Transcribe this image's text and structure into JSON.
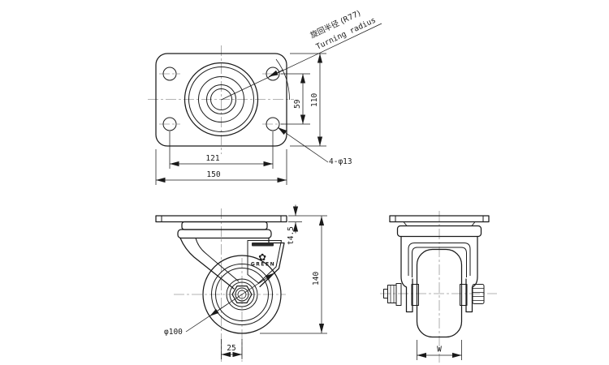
{
  "drawing": {
    "type": "caster-wheel-technical-drawing",
    "colors": {
      "line": "#1a1a1a",
      "centerline": "#9a9a9a",
      "background": "#ffffff"
    },
    "top_view": {
      "turning_radius_jp": "旋回半径 (R77)",
      "turning_radius_en": "Turning radius",
      "dim_hole_pitch_y": "59",
      "dim_plate_height": "110",
      "dim_hole_pitch_x": "121",
      "dim_plate_width": "150",
      "hole_callout": "4-φ13"
    },
    "side_view": {
      "dim_plate_thickness": "t4.5",
      "dim_total_height": "140",
      "dim_wheel_diameter": "φ100",
      "dim_offset": "25",
      "logo_text": "GREEN",
      "logo_leaf": "✿"
    },
    "front_view": {
      "dim_wheel_width": "W"
    }
  }
}
